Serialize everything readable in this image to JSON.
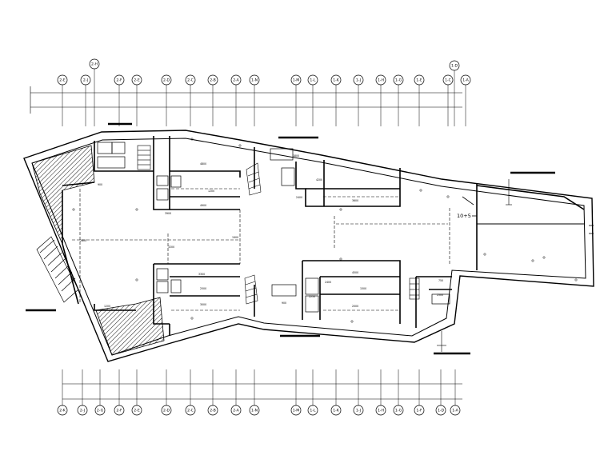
{
  "drawing": {
    "elevation_mark": "10+5",
    "top_axes": [
      "2-E",
      "2-J",
      "2-H",
      "2-F",
      "2-E",
      "2-D",
      "2-C",
      "2-B",
      "2-A",
      "1-N",
      "1-M",
      "1-L",
      "1-K",
      "1-J",
      "1-H",
      "1-G",
      "1-E",
      "1-C",
      "1-D",
      "1-A"
    ],
    "bottom_axes": [
      "2-K",
      "2-J",
      "2-G",
      "2-F",
      "2-E",
      "2-D",
      "2-C",
      "2-B",
      "2-A",
      "1-N",
      "1-M",
      "1-L",
      "1-K",
      "1-J",
      "1-H",
      "1-G",
      "1-F",
      "1-D",
      "1-A"
    ],
    "dim_labels": [
      "4800",
      "1200",
      "4900",
      "3300",
      "2500",
      "3000",
      "1800",
      "2400",
      "3600",
      "4500",
      "1500",
      "2000",
      "900",
      "2800",
      "3900",
      "3200",
      "1900",
      "900",
      "750",
      "2500",
      "4200",
      "2400",
      "1200",
      "2250"
    ]
  }
}
